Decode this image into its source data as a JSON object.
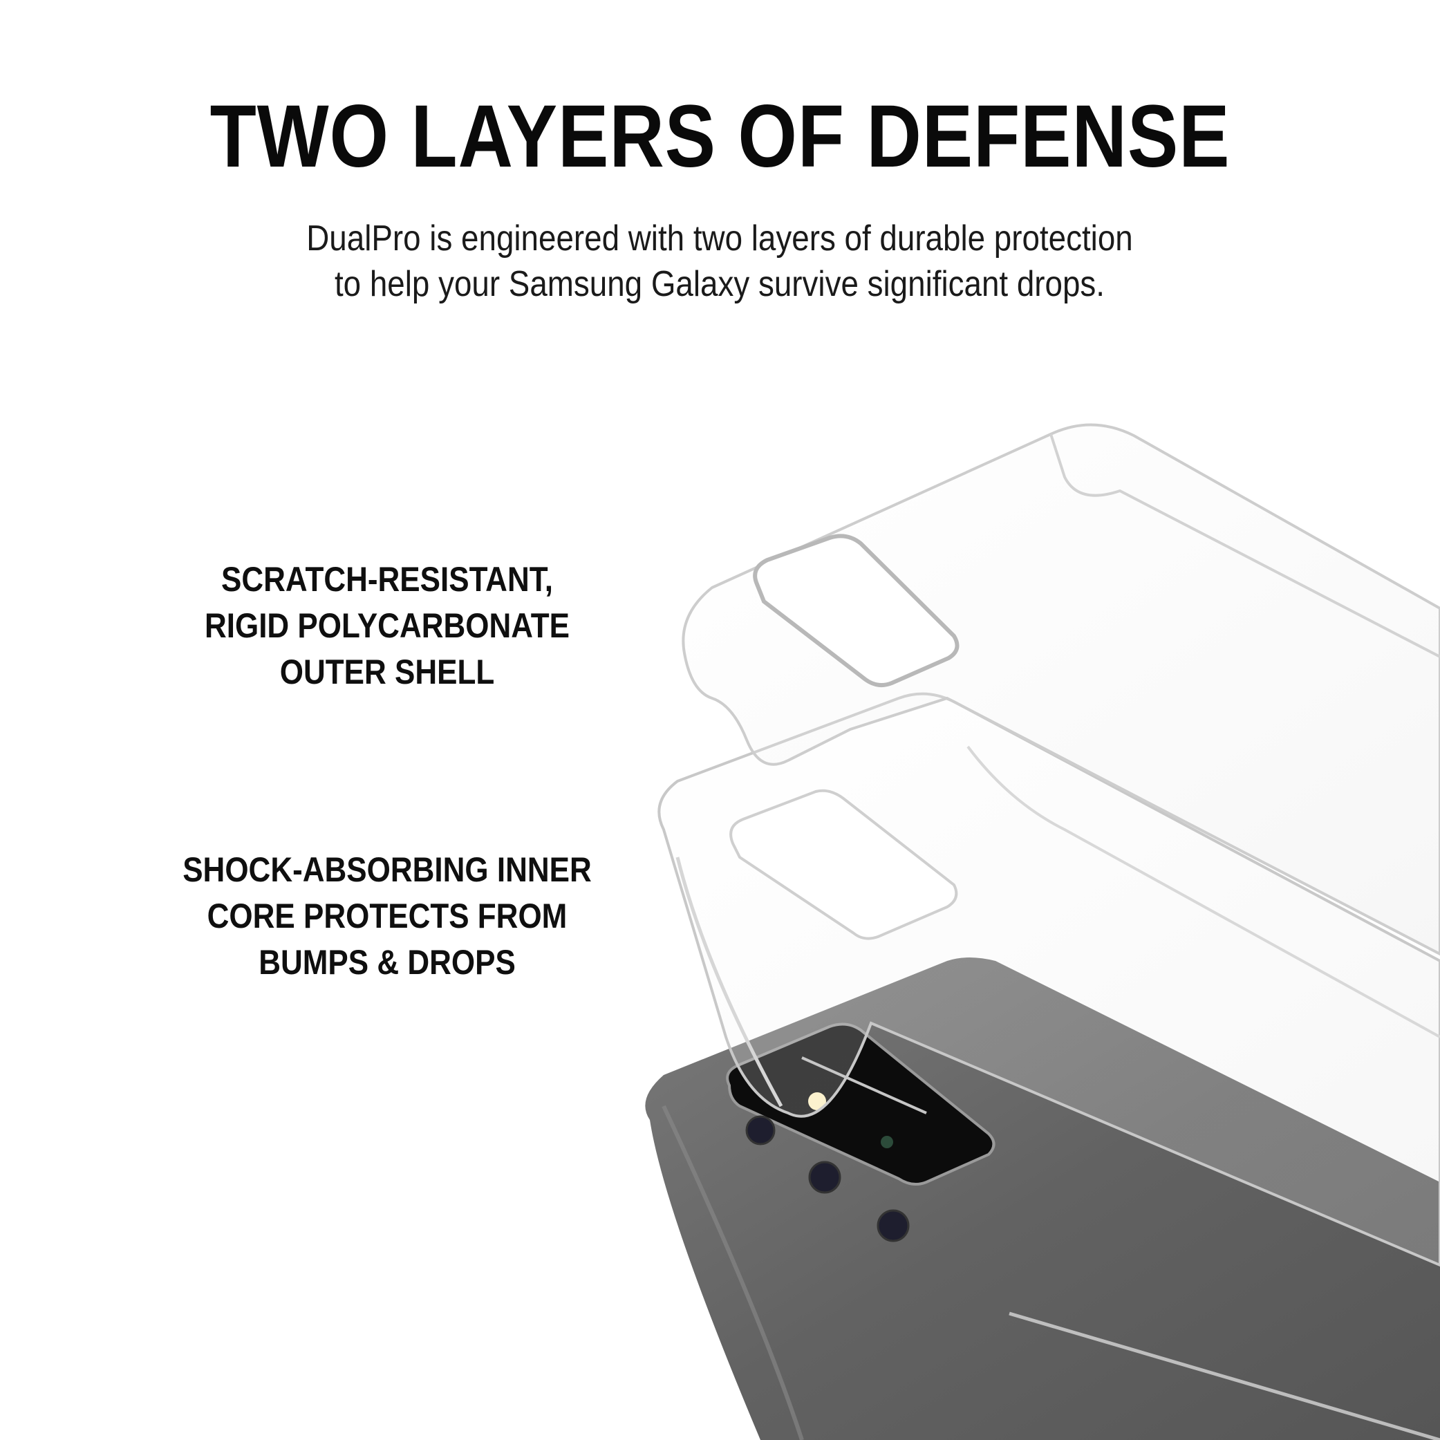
{
  "headline": "TWO LAYERS OF DEFENSE",
  "subhead": {
    "line1": "DualPro is engineered with two layers of durable protection",
    "line2": "to help your Samsung Galaxy survive significant drops."
  },
  "features": [
    {
      "lines": [
        "SCRATCH-RESISTANT,",
        "RIGID POLYCARBONATE",
        "OUTER SHELL"
      ]
    },
    {
      "lines": [
        "SHOCK-ABSORBING INNER",
        "CORE PROTECTS FROM",
        "BUMPS & DROPS"
      ]
    }
  ],
  "colors": {
    "background": "#ffffff",
    "text": "#111111",
    "phone_body": "#5f5f5f",
    "camera_module": "#0c0c0c"
  }
}
